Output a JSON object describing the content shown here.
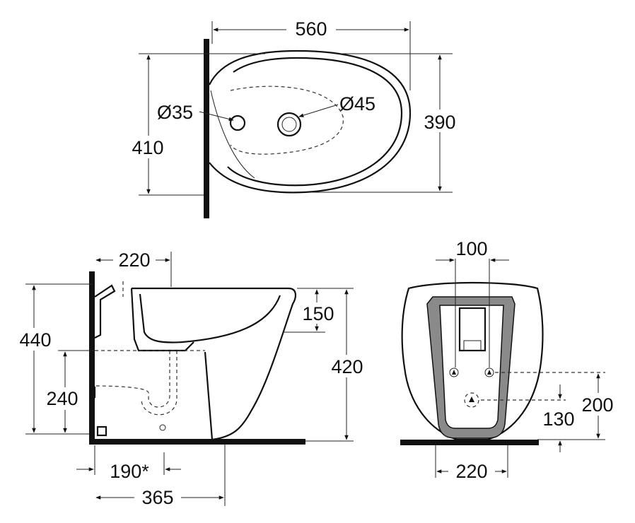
{
  "top_view": {
    "width_label": "560",
    "depth_label": "390",
    "overall_label": "410",
    "hole_small_label": "Ø35",
    "hole_large_label": "Ø45"
  },
  "side_view": {
    "top_offset_label": "220",
    "bowl_depth_label": "150",
    "height_label": "420",
    "total_height_label": "440",
    "waste_height_label": "240",
    "waste_offset_label": "190*",
    "length_label": "365"
  },
  "rear_view": {
    "fixing_spacing_label": "100",
    "fixing_height_label": "200",
    "waste_height_label": "130",
    "base_width_label": "220"
  }
}
